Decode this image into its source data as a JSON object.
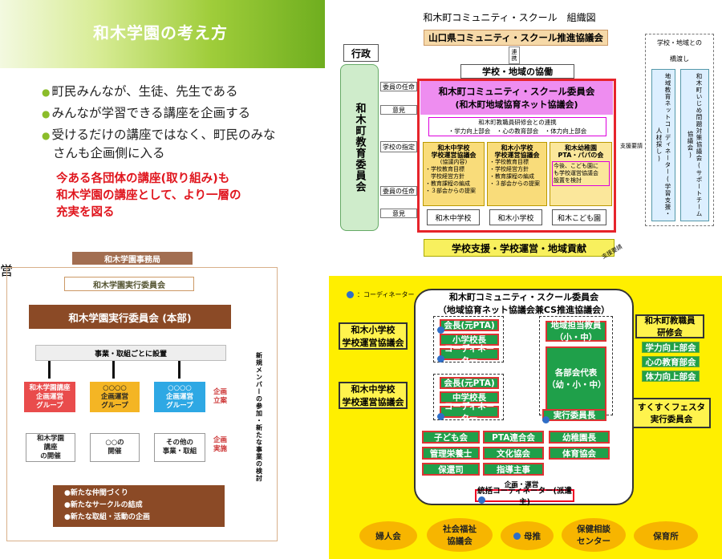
{
  "panel1": {
    "title": "和木学園の考え方",
    "bullets": [
      "町民みんなが、生徒、先生である",
      "みんなが学習できる講座を企画する",
      "受けるだけの講座ではなく、町民のみな",
      "さんも企画側に入る"
    ],
    "red_lines": [
      "今ある各団体の講座(取り組み)も",
      "和木学園の講座として、より一層の",
      "充実を図る"
    ]
  },
  "panel2": {
    "title": "和木町コミュニティ・スクール　組織図",
    "yamaguchi": "山口県コミュニティ・スクール推進協議会",
    "renkei": "連携",
    "gyosei": "行政",
    "board": "和木町教育委員会",
    "kyodo": "学校・地域の協働",
    "committee_title": "和木町コミュニティ・スクール委員会",
    "committee_sub": "(和木町地域協育ネット協議会)",
    "renkei_line1": "和木町教職員研修会との連携",
    "renkei_line2": "・学力向上部会　・心の教育部会　・体力向上部会",
    "arrow_nin": "委員の任命",
    "arrow_iken1": "意見",
    "arrow_shitei": "学校の指定",
    "arrow_nin2": "委員の任命",
    "arrow_iken2": "意見",
    "jh_title": "和木中学校\n学校運営協議会",
    "jh_sub": "(協議内容)",
    "jh_items": [
      "・学校教育目標",
      "　学校経営方針",
      "・教育課程の編成",
      "・３部会からの提案"
    ],
    "el_title": "和木小学校\n学校運営協議会",
    "el_items": [
      "・学校教育目標",
      "・学校経営方針",
      "・教育課程の編成",
      "・３部会からの提案"
    ],
    "kg_title": "和木幼稚園\nPTA・パパの会",
    "kg_items": [
      "今後、こども園に",
      "も学校運営協議会",
      "設置を検討"
    ],
    "school_jh": "和木中学校",
    "school_el": "和木小学校",
    "school_kg": "和木こども園",
    "shien_yosei": "支援要請",
    "shien_yosei2": "支援要請",
    "bottom_bar": "学校支援・学校運営・地域貢献",
    "right_top": "学校・地域との",
    "right_top2": "橋渡し",
    "col1": "地域教育ネットコーディネーター(学習支援・人材探し)",
    "col2": "和木町いじめ問題対策協議会(サポートチーム協議会)"
  },
  "panel3": {
    "office": "和木学園事務局",
    "exec": "和木学園実行委員会",
    "hq": "和木学園実行委員会 (本部)",
    "setsuchi": "事業・取組ごとに設置",
    "g1": "和木学園講座\n企画運営\nグループ",
    "g2": "○○○○\n企画運営\nグループ",
    "g3": "○○○○\n企画運営\nグループ",
    "plan": "企画\n立案",
    "o1": "和木学園\n講座\nの開催",
    "o2": "○○の\n開催",
    "o3": "その他の\n事業・取組",
    "impl": "企画\n実施",
    "side": "新規メンバーの参加・新たな事業の検討",
    "results": [
      "●新たな仲間づくり",
      "●新たなサークルの結成",
      "●新たな取組・活動の企画"
    ],
    "edge_char": "営"
  },
  "panel4": {
    "legend": "：コーディネーター",
    "title1": "和木町コミュニティ・スクール委員会",
    "title2": "（地域協育ネット協議会兼CS推進協議会）",
    "el_council": "和木小学校\n学校運営協議会",
    "jh_council": "和木中学校\n学校運営協議会",
    "el_members": [
      "会長(元PTA)",
      "小学校長",
      "コーディネーター"
    ],
    "jh_members": [
      "会長(元PTA)",
      "中学校長",
      "コーディネーター"
    ],
    "local_teacher": "地域担当教員\n（小・中）",
    "parents_rep": "各部会代表\n（幼・小・中）",
    "jikkou": "実行委員長",
    "grid": [
      [
        "子ども会",
        "PTA連合会",
        "幼稚園長"
      ],
      [
        "管理栄養士",
        "文化協会",
        "体育協会"
      ],
      [
        "保還司",
        "指導主事"
      ]
    ],
    "kikaku": "企画・運営",
    "total_coord": "統括コーディネーター(派遣主)",
    "teacher_study": "和木町教職員\n研修会",
    "study_items": [
      "学力向上部会",
      "心の教育部会",
      "体力向上部会"
    ],
    "festa": "すくすくフェスタ\n実行委員会",
    "ovals": [
      "婦人会",
      "社会福祉\n協議会",
      "母推",
      "保健相談\nセンター",
      "保育所"
    ]
  }
}
